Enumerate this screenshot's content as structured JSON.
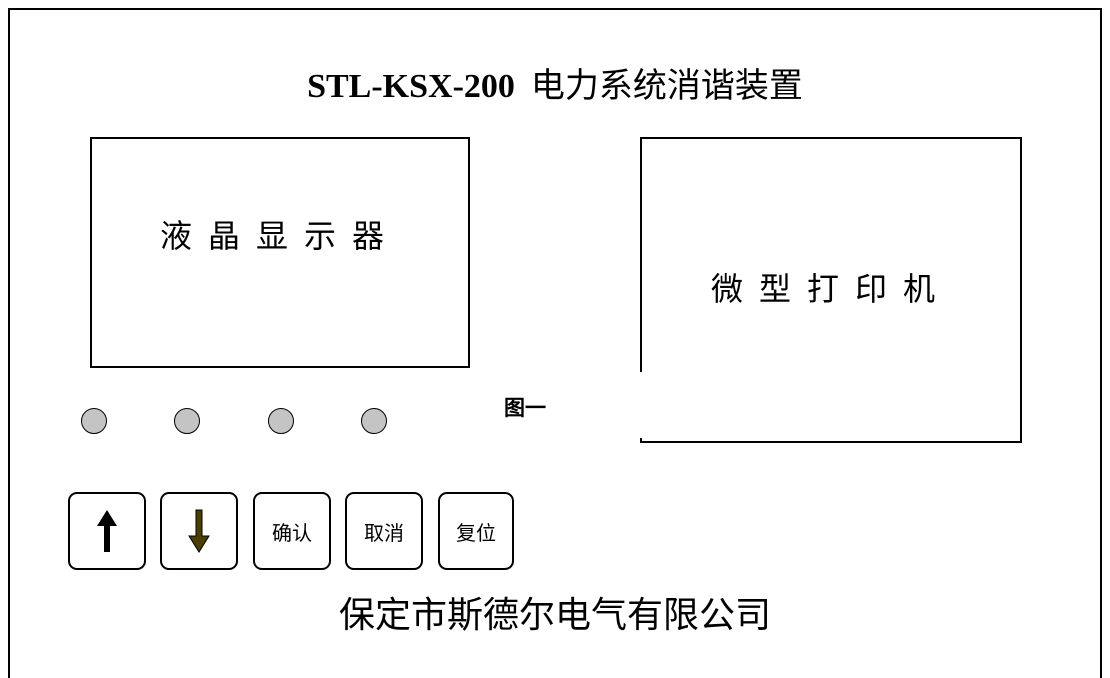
{
  "title": {
    "model": "STL-KSX-200",
    "name": "电力系统消谐装置"
  },
  "lcd": {
    "label": "液晶显示器"
  },
  "printer": {
    "label": "微型打印机"
  },
  "figure_label": "图一",
  "leds": [
    {},
    {},
    {},
    {}
  ],
  "keys": {
    "confirm": "确认",
    "cancel": "取消",
    "reset": "复位"
  },
  "company": "保定市斯德尔电气有限公司",
  "colors": {
    "led_fill": "#c4c4c4",
    "down_arrow": "#4a3f00",
    "up_arrow": "#000000"
  }
}
